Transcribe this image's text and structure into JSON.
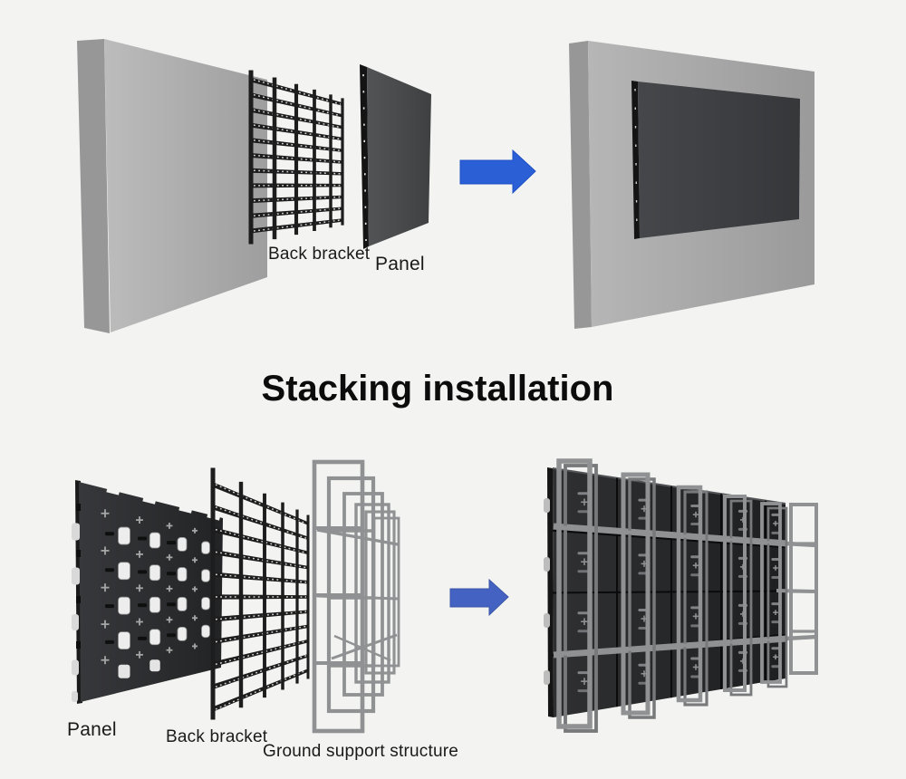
{
  "title": "Stacking installation",
  "top_diagram": {
    "labels": {
      "back_bracket": "Back bracket",
      "panel": "Panel"
    },
    "arrow_icon": "arrow-right-icon"
  },
  "bottom_diagram": {
    "labels": {
      "panel": "Panel",
      "back_bracket": "Back bracket",
      "ground_support": "Ground support structure"
    },
    "arrow_icon": "arrow-right-icon"
  },
  "colors": {
    "background": "#f3f3f1",
    "arrow_top": "#2a5fd6",
    "arrow_bottom": "#4462c1",
    "wall_side": "#979797",
    "wall_front_light": "#bcbcbc",
    "wall_front_dark": "#9e9e9e",
    "bracket": "#1d1d1e",
    "panel_dark": "#3e4042",
    "stack_panel_dark": "#232425",
    "frame": "#8f9193",
    "text": "#1a1a1a"
  }
}
